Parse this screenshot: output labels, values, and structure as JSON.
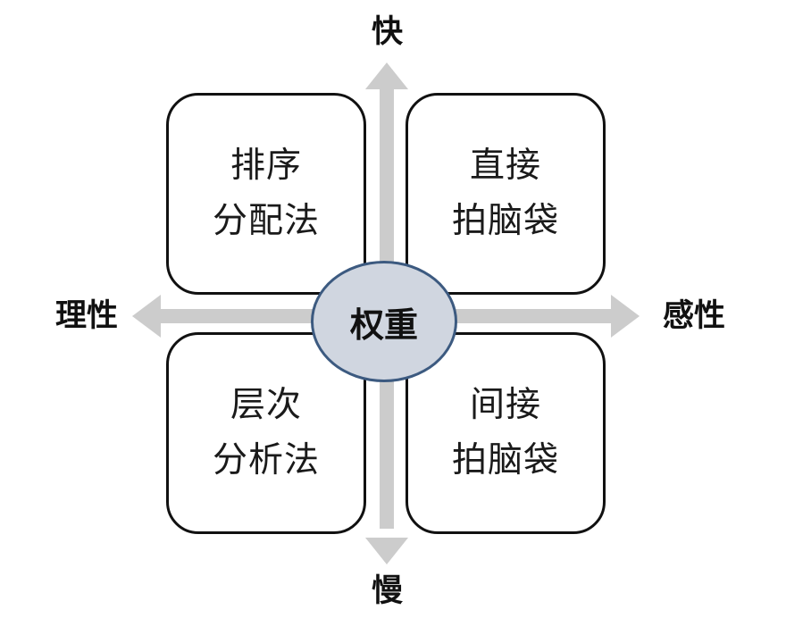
{
  "center_label": "权重",
  "axis": {
    "top": "快",
    "bottom": "慢",
    "left": "理性",
    "right": "感性"
  },
  "quadrants": {
    "top_left": {
      "line1": "排序",
      "line2": "分配法"
    },
    "top_right": {
      "line1": "直接",
      "line2": "拍脑袋"
    },
    "bottom_left": {
      "line1": "层次",
      "line2": "分析法"
    },
    "bottom_right": {
      "line1": "间接",
      "line2": "拍脑袋"
    }
  },
  "colors": {
    "arrow": "#cccccc",
    "box_border": "#111111",
    "center_fill": "#d0d6e0",
    "center_border": "#3c5a80"
  }
}
